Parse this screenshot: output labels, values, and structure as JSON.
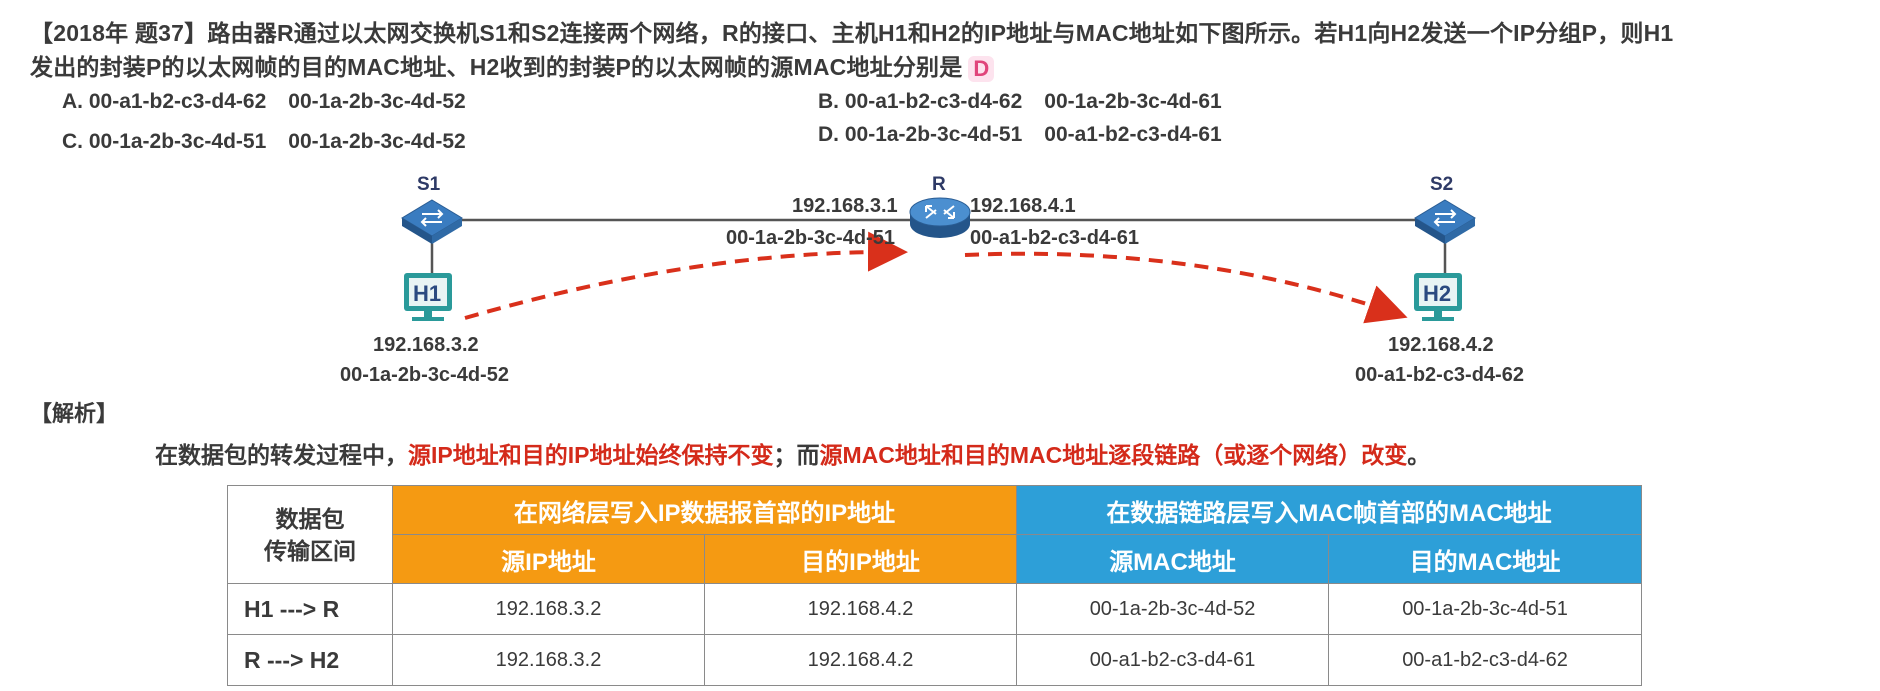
{
  "question": {
    "line1": "【2018年 题37】路由器R通过以太网交换机S1和S2连接两个网络，R的接口、主机H1和H2的IP地址与MAC地址如下图所示。若H1向H2发送一个IP分组P，则H1",
    "line2": "发出的封装P的以太网帧的目的MAC地址、H2收到的封装P的以太网帧的源MAC地址分别是",
    "answer": "D"
  },
  "options": {
    "A": {
      "letter": "A.",
      "v1": "00-a1-b2-c3-d4-62",
      "v2": "00-1a-2b-3c-4d-52"
    },
    "B": {
      "letter": "B.",
      "v1": "00-a1-b2-c3-d4-62",
      "v2": "00-1a-2b-3c-4d-61"
    },
    "C": {
      "letter": "C.",
      "v1": "00-1a-2b-3c-4d-51",
      "v2": "00-1a-2b-3c-4d-52"
    },
    "D": {
      "letter": "D.",
      "v1": "00-1a-2b-3c-4d-51",
      "v2": "00-a1-b2-c3-d4-61"
    }
  },
  "diagram": {
    "s1_label": "S1",
    "s2_label": "S2",
    "r_label": "R",
    "h1_label": "H1",
    "h2_label": "H2",
    "r_left_ip": "192.168.3.1",
    "r_left_mac": "00-1a-2b-3c-4d-51",
    "r_right_ip": "192.168.4.1",
    "r_right_mac": "00-a1-b2-c3-d4-61",
    "h1_ip": "192.168.3.2",
    "h1_mac": "00-1a-2b-3c-4d-52",
    "h2_ip": "192.168.4.2",
    "h2_mac": "00-a1-b2-c3-d4-62",
    "colors": {
      "arrow": "#d9301b",
      "line": "#555555",
      "device": "#2a6ea8",
      "host": "#2a9a9a"
    }
  },
  "analysis": {
    "heading": "【解析】",
    "prefix": "在数据包的转发过程中，",
    "red1": "源IP地址和目的IP地址始终保持不变",
    "mid": "；而",
    "red2": "源MAC地址和目的MAC地址逐段链路（或逐个网络）改变",
    "suffix": "。"
  },
  "table": {
    "corner": "数据包\n传输区间",
    "group_ip": "在网络层写入IP数据报首部的IP地址",
    "group_mac": "在数据链路层写入MAC帧首部的MAC地址",
    "col_src_ip": "源IP地址",
    "col_dst_ip": "目的IP地址",
    "col_src_mac": "源MAC地址",
    "col_dst_mac": "目的MAC地址",
    "rows": [
      {
        "label": "H1 ---> R",
        "src_ip": "192.168.3.2",
        "dst_ip": "192.168.4.2",
        "src_mac": "00-1a-2b-3c-4d-52",
        "dst_mac": "00-1a-2b-3c-4d-51"
      },
      {
        "label": "R ---> H2",
        "src_ip": "192.168.3.2",
        "dst_ip": "192.168.4.2",
        "src_mac": "00-a1-b2-c3-d4-61",
        "dst_mac": "00-a1-b2-c3-d4-62"
      }
    ],
    "colors": {
      "orange": "#f59a12",
      "blue": "#2d9fd8"
    }
  }
}
